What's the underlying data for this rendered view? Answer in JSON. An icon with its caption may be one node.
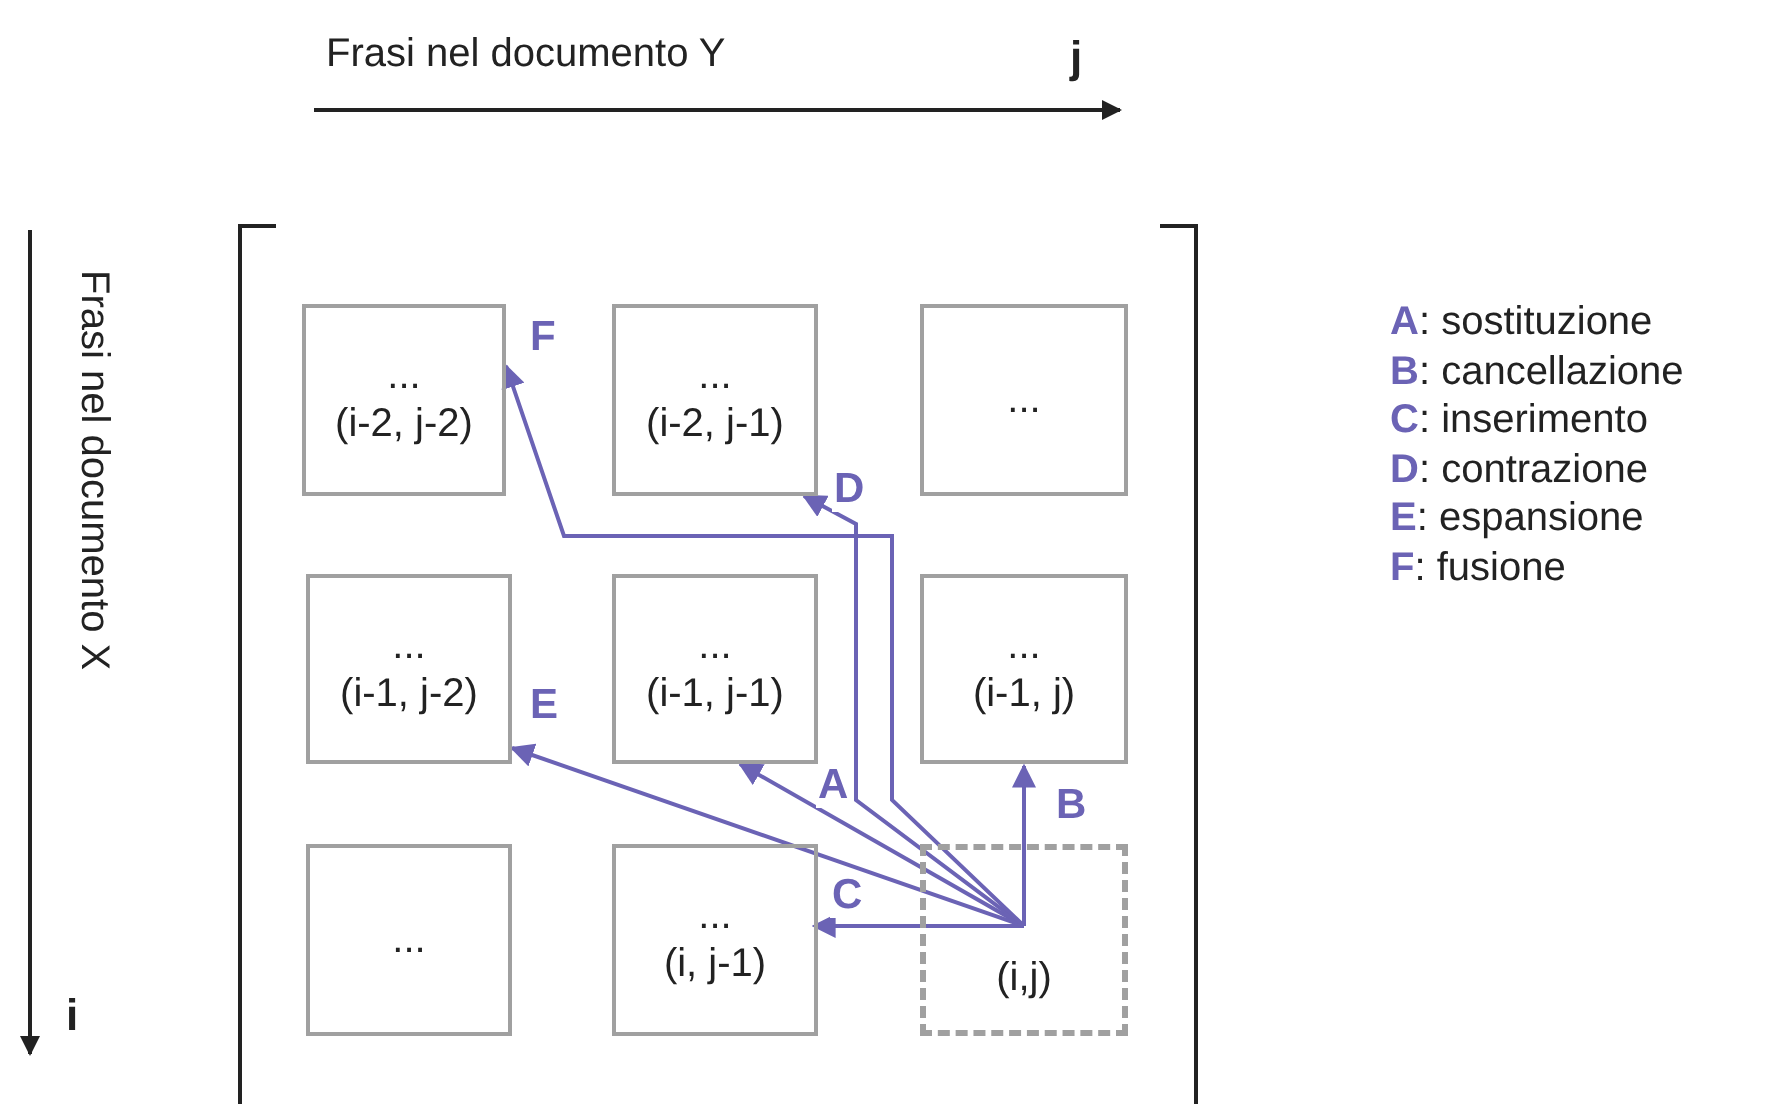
{
  "diagram": {
    "nodes": [
      {
        "text": [
          "...",
          "(i-2, j-2)"
        ]
      },
      {
        "text": [
          "...",
          "(i-2, j-1)"
        ]
      },
      {
        "text": [
          "..."
        ]
      },
      {
        "text": [
          "...",
          "(i-1, j-2)"
        ]
      },
      {
        "text": [
          "...",
          "(i-1, j-1)"
        ]
      },
      {
        "text": [
          "...",
          "(i-1, j)"
        ]
      },
      {
        "text": [
          "..."
        ]
      },
      {
        "text": [
          "...",
          "(i, j-1)"
        ]
      },
      {
        "text": [
          "(i,j)"
        ]
      }
    ],
    "edges": [
      {
        "from": 8,
        "to": 4,
        "arrow": "to",
        "label": "A"
      },
      {
        "from": 8,
        "to": 5,
        "arrow": "to",
        "label": "B"
      },
      {
        "from": 8,
        "to": 7,
        "arrow": "to",
        "label": "C"
      },
      {
        "from": 8,
        "to": 1,
        "arrow": "to",
        "label": "D"
      },
      {
        "from": 8,
        "to": 3,
        "arrow": "to",
        "label": "E"
      },
      {
        "from": 8,
        "to": 0,
        "arrow": "to",
        "label": "F"
      }
    ],
    "labels": [
      "Frasi nel documento Y",
      "j",
      "Frasi nel documento X",
      "i"
    ],
    "legend": [
      {
        "text": "**A**: sostituzione"
      },
      {
        "text": "**B**: cancellazione"
      },
      {
        "text": "**C**: inserimento"
      },
      {
        "text": "**D**: contrazione"
      },
      {
        "text": "**E**: espansione"
      },
      {
        "text": "**F**: fusione"
      }
    ]
  }
}
